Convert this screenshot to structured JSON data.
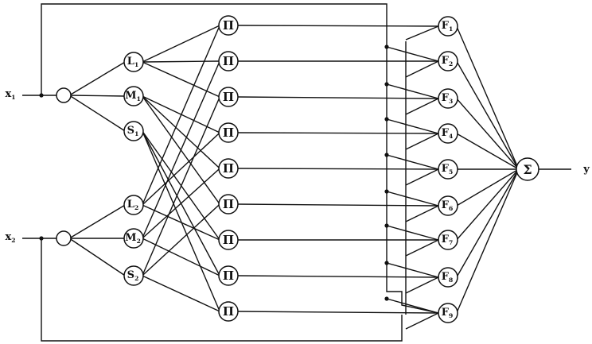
{
  "inputs": [
    {
      "label": "x",
      "sub": "1"
    },
    {
      "label": "x",
      "sub": "2"
    }
  ],
  "output": {
    "label": "y"
  },
  "membership_labels": [
    {
      "label": "L",
      "sub": "1"
    },
    {
      "label": "M",
      "sub": "1"
    },
    {
      "label": "S",
      "sub": "1"
    },
    {
      "label": "L",
      "sub": "2"
    },
    {
      "label": "M",
      "sub": "2"
    },
    {
      "label": "S",
      "sub": "2"
    }
  ],
  "product_symbol": "Π",
  "rule_count": 9,
  "consequent_labels": [
    {
      "label": "F",
      "sub": "1"
    },
    {
      "label": "F",
      "sub": "2"
    },
    {
      "label": "F",
      "sub": "3"
    },
    {
      "label": "F",
      "sub": "4"
    },
    {
      "label": "F",
      "sub": "5"
    },
    {
      "label": "F",
      "sub": "6"
    },
    {
      "label": "F",
      "sub": "7"
    },
    {
      "label": "F",
      "sub": "8"
    },
    {
      "label": "F",
      "sub": "9"
    }
  ],
  "sum_symbol": "Σ"
}
